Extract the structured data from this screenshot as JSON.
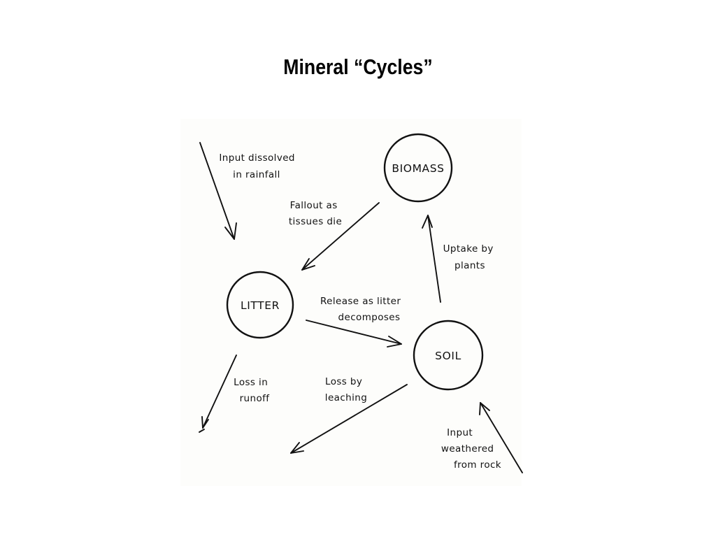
{
  "title": "Mineral “Cycles”",
  "nodes": {
    "biomass": "BIOMASS",
    "litter": "LITTER",
    "soil": "SOIL"
  },
  "flows": {
    "input_rainfall": [
      "Input dissolved",
      "in rainfall"
    ],
    "fallout": [
      "Fallout as",
      "tissues die"
    ],
    "uptake": [
      "Uptake by",
      "plants"
    ],
    "release": [
      "Release as litter",
      "decomposes"
    ],
    "loss_runoff": [
      "Loss in",
      "runoff"
    ],
    "loss_leaching": [
      "Loss by",
      "leaching"
    ],
    "input_weathered": [
      "Input",
      "weathered",
      "from rock"
    ]
  }
}
